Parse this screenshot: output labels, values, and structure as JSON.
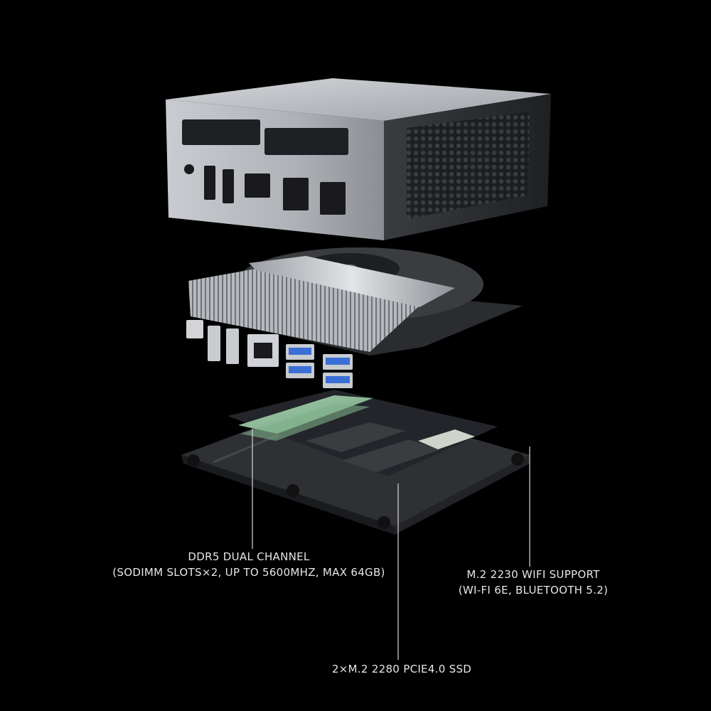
{
  "image": {
    "background": "#000000",
    "subject": "mini-pc-exploded-view"
  },
  "callouts": {
    "ddr5": {
      "line1": "DDR5 DUAL CHANNEL",
      "line2": "(SODIMM SLOTS×2, UP TO 5600MHZ,  MAX 64GB)"
    },
    "wifi": {
      "line1": "M.2 2230 WIFI SUPPORT",
      "line2": "(WI-FI 6E,  BLUETOOTH 5.2)"
    },
    "ssd": {
      "line1": "2×M.2 2280 PCIE4.0 SSD"
    }
  },
  "colors": {
    "chassis_silver": "#b9bcc1",
    "chassis_dark": "#2a2c30",
    "board_dark": "#1e1f22",
    "ram_green": "#8fbf9a",
    "usb_blue": "#3b6fd6",
    "text": "#e6e6e6"
  }
}
